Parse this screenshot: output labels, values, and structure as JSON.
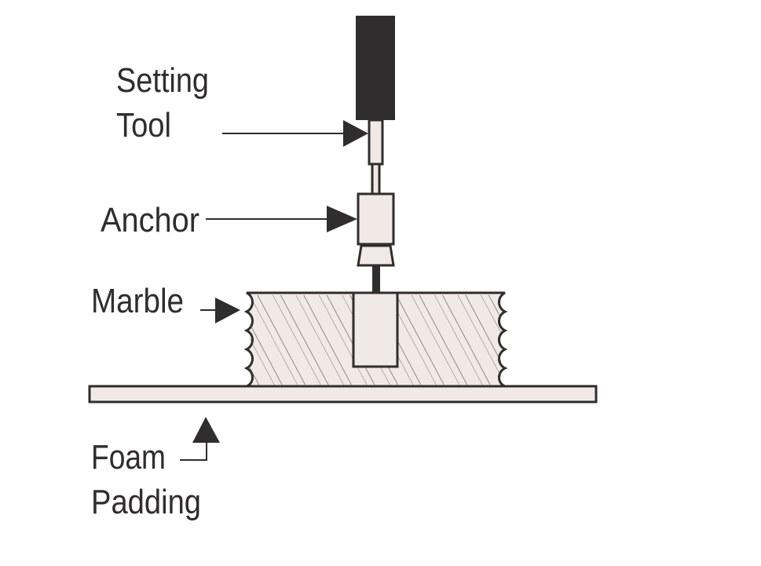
{
  "diagram": {
    "labels": {
      "setting_tool_line1": "Setting",
      "setting_tool_line2": "Tool",
      "anchor": "Anchor",
      "marble": "Marble",
      "foam_line1": "Foam",
      "foam_line2": "Padding"
    },
    "colors": {
      "stroke": "#2f2d2d",
      "fill": "#f1e9e6",
      "background": "#ffffff"
    }
  }
}
